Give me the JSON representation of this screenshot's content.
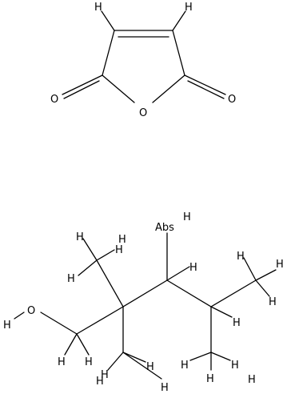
{
  "molecules": [
    {
      "name": "maleic-anhydride",
      "atoms": [
        {
          "id": "h1",
          "label": "H"
        },
        {
          "id": "h2",
          "label": "H"
        },
        {
          "id": "o1",
          "label": "O"
        },
        {
          "id": "o2",
          "label": "O"
        },
        {
          "id": "o3",
          "label": "O"
        }
      ]
    },
    {
      "name": "trimethylpentanediol",
      "atoms": [
        {
          "id": "abs",
          "label": "Abs"
        },
        {
          "id": "oh",
          "label": "H"
        },
        {
          "id": "o4",
          "label": "O"
        },
        {
          "id": "ho",
          "label": "H"
        },
        {
          "id": "hA",
          "label": "H"
        },
        {
          "id": "hB",
          "label": "H"
        },
        {
          "id": "hC",
          "label": "H"
        },
        {
          "id": "hD",
          "label": "H"
        },
        {
          "id": "hE",
          "label": "H"
        },
        {
          "id": "hF",
          "label": "H"
        },
        {
          "id": "hG",
          "label": "H"
        },
        {
          "id": "hH",
          "label": "H"
        },
        {
          "id": "hI",
          "label": "H"
        },
        {
          "id": "hJ",
          "label": "H"
        },
        {
          "id": "hK",
          "label": "H"
        },
        {
          "id": "hL",
          "label": "H"
        },
        {
          "id": "hM",
          "label": "H"
        },
        {
          "id": "hN",
          "label": "H"
        },
        {
          "id": "hO",
          "label": "H"
        },
        {
          "id": "hP",
          "label": "H"
        },
        {
          "id": "hQ",
          "label": "H"
        },
        {
          "id": "hR",
          "label": "H"
        },
        {
          "id": "hS",
          "label": "H"
        }
      ]
    }
  ]
}
